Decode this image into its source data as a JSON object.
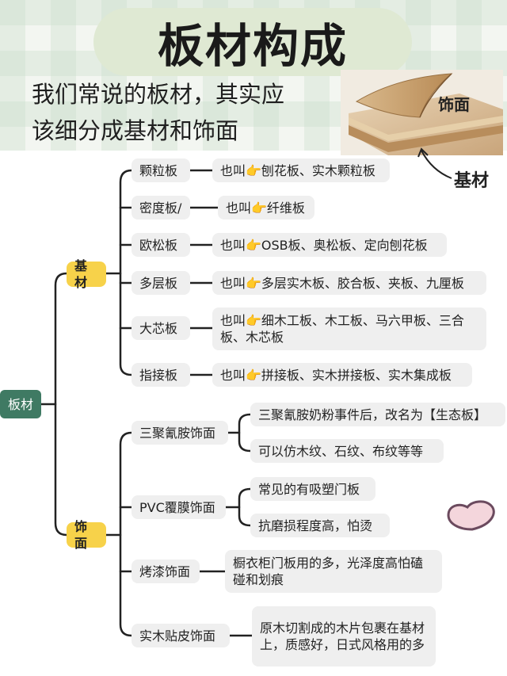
{
  "title": "板材构成",
  "intro": [
    "我们常说的板材，其实应",
    "该细分成基材和饰面"
  ],
  "photo_labels": {
    "face": "饰面",
    "base": "基材"
  },
  "root": "板材",
  "categories": {
    "base": "基材",
    "finish": "饰面"
  },
  "base_items": [
    {
      "name": "颗粒板",
      "desc": "也叫👉刨花板、实木颗粒板"
    },
    {
      "name": "密度板/",
      "desc": "也叫👉纤维板"
    },
    {
      "name": "欧松板",
      "desc": "也叫👉OSB板、奥松板、定向刨花板"
    },
    {
      "name": "多层板",
      "desc": "也叫👉多层实木板、胶合板、夹板、九厘板"
    },
    {
      "name": "大芯板",
      "desc": "也叫👉细木工板、木工板、马六甲板、三合板、木芯板"
    },
    {
      "name": "指接板",
      "desc": "也叫👉拼接板、实木拼接板、实木集成板"
    }
  ],
  "finish_items": [
    {
      "name": "三聚氰胺饰面",
      "descs": [
        "三聚氰胺奶粉事件后，改名为【生态板】",
        "可以仿木纹、石纹、布纹等等"
      ]
    },
    {
      "name": "PVC覆膜饰面",
      "descs": [
        "常见的有吸塑门板",
        "抗磨损程度高，怕烫"
      ]
    },
    {
      "name": "烤漆饰面",
      "descs": [
        "橱衣柜门板用的多，光泽度高怕磕碰和划痕"
      ]
    },
    {
      "name": "实木贴皮饰面",
      "descs": [
        "原木切割成的木片包裹在基材上，质感好，日式风格用的多"
      ]
    }
  ]
}
